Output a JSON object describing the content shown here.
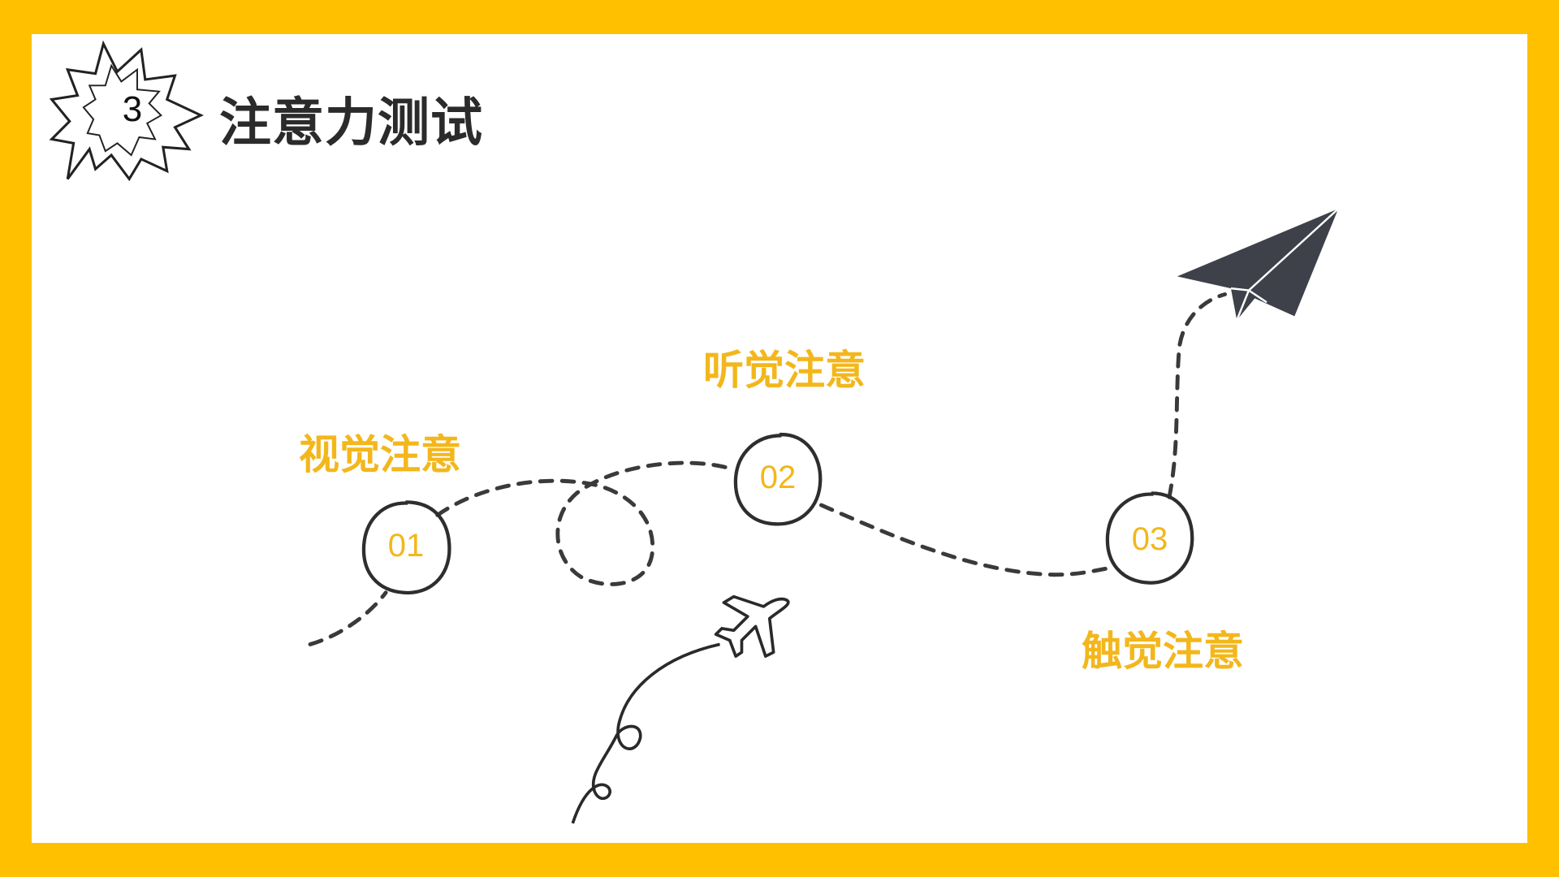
{
  "header": {
    "badge_number": "3",
    "title": "注意力测试"
  },
  "steps": [
    {
      "number": "01",
      "label": "视觉注意"
    },
    {
      "number": "02",
      "label": "听觉注意"
    },
    {
      "number": "03",
      "label": "触觉注意"
    }
  ],
  "colors": {
    "frame": "#FFC000",
    "accent_text": "#F3B71C",
    "dark": "#333333",
    "plane": "#3E4149"
  }
}
